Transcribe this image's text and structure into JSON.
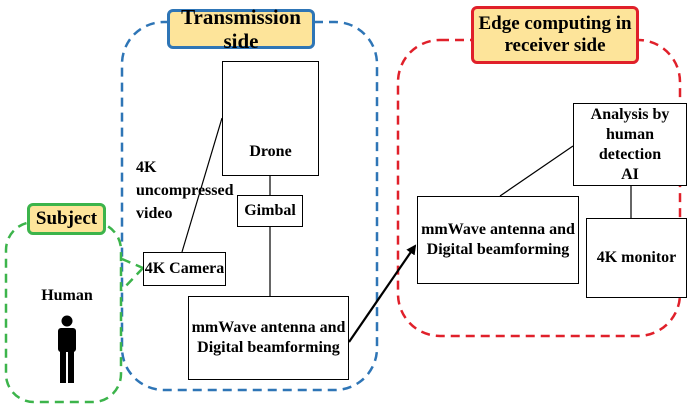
{
  "groups": {
    "transmission": {
      "label": "Transmission side",
      "border_color": "#2e75b6",
      "tag_border_color": "#2e75b6",
      "tag_fill": "#fde49a"
    },
    "receiver": {
      "label": "Edge computing in\nreceiver side",
      "border_color": "#e0202a",
      "tag_border_color": "#e0202a",
      "tag_fill": "#fde49a"
    },
    "subject": {
      "label": "Subject",
      "border_color": "#3cb44b",
      "tag_border_color": "#3cb44b",
      "tag_fill": "#fde49a"
    }
  },
  "nodes": {
    "drone": "Drone",
    "gimbal": "Gimbal",
    "camera": "4K Camera",
    "tx_antenna": "mmWave  antenna and\nDigital beamforming",
    "rx_antenna": "mmWave  antenna and\nDigital beamforming",
    "analysis": "Analysis by\nhuman detection\nAI",
    "monitor": "4K monitor",
    "human": "Human"
  },
  "annotations": {
    "video": "4K uncompressed\nvideo"
  },
  "icons": {
    "drone": "drone-icon",
    "human": "person-icon"
  }
}
